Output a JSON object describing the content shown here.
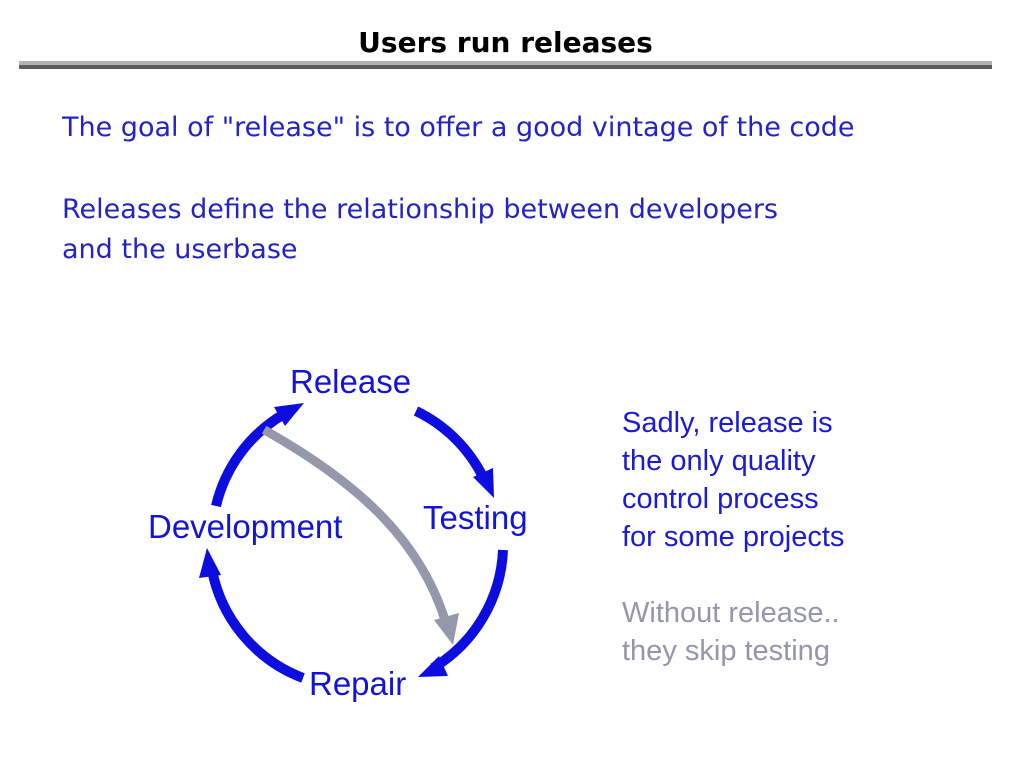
{
  "title": "Users run releases",
  "paragraphs": {
    "goal": "The goal of \"release\" is to offer a good vintage of the code",
    "define_line1": "Releases define the relationship between developers",
    "define_line2": "and the userbase"
  },
  "diagram": {
    "nodes": {
      "top": "Release",
      "right": "Testing",
      "bottom": "Repair",
      "left": "Development"
    },
    "cycle_direction": "clockwise",
    "cycle_color": "#0d0de0",
    "shortcut": {
      "from": "Release",
      "to": "Repair",
      "meaning": "skipping testing",
      "color": "#9598ab"
    }
  },
  "aside": {
    "blue_lines": [
      "Sadly, release is",
      "the only quality",
      "control process",
      "for some projects"
    ],
    "gray_lines": [
      "Without release..",
      "they skip testing"
    ]
  },
  "colors": {
    "title_text": "#000000",
    "paragraph_blue": "#2323c6",
    "node_label_blue": "#1414d6",
    "aside_blue": "#1b1bd1",
    "aside_gray": "#9496ad",
    "rule_light_gray": "#b4b4b4",
    "rule_dark_gray": "#5c5c5c",
    "background": "#ffffff"
  }
}
